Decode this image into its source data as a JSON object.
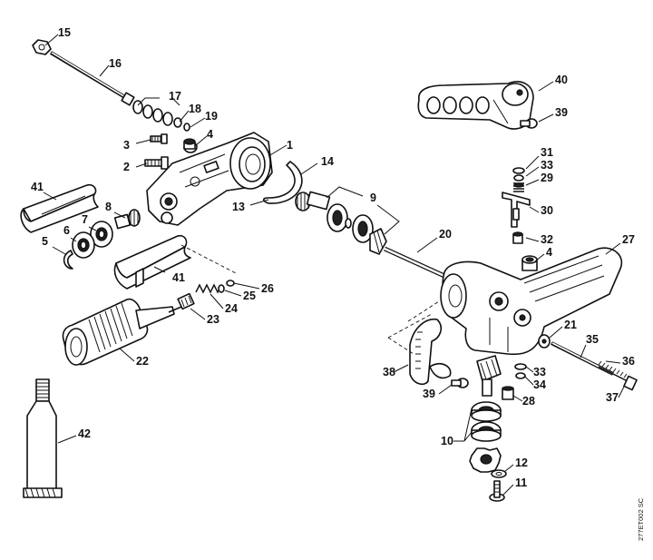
{
  "figure_code": "277ET002 SC",
  "callouts": [
    {
      "id": "c1",
      "label": "1"
    },
    {
      "id": "c2",
      "label": "2"
    },
    {
      "id": "c3",
      "label": "3"
    },
    {
      "id": "c4a",
      "label": "4"
    },
    {
      "id": "c4b",
      "label": "4"
    },
    {
      "id": "c5",
      "label": "5"
    },
    {
      "id": "c6",
      "label": "6"
    },
    {
      "id": "c7",
      "label": "7"
    },
    {
      "id": "c8",
      "label": "8"
    },
    {
      "id": "c9",
      "label": "9"
    },
    {
      "id": "c10",
      "label": "10"
    },
    {
      "id": "c11",
      "label": "11"
    },
    {
      "id": "c12",
      "label": "12"
    },
    {
      "id": "c13",
      "label": "13"
    },
    {
      "id": "c14",
      "label": "14"
    },
    {
      "id": "c15",
      "label": "15"
    },
    {
      "id": "c16",
      "label": "16"
    },
    {
      "id": "c17",
      "label": "17"
    },
    {
      "id": "c18",
      "label": "18"
    },
    {
      "id": "c19",
      "label": "19"
    },
    {
      "id": "c20",
      "label": "20"
    },
    {
      "id": "c21",
      "label": "21"
    },
    {
      "id": "c22",
      "label": "22"
    },
    {
      "id": "c23",
      "label": "23"
    },
    {
      "id": "c24",
      "label": "24"
    },
    {
      "id": "c25",
      "label": "25"
    },
    {
      "id": "c26",
      "label": "26"
    },
    {
      "id": "c27",
      "label": "27"
    },
    {
      "id": "c28",
      "label": "28"
    },
    {
      "id": "c29",
      "label": "29"
    },
    {
      "id": "c30",
      "label": "30"
    },
    {
      "id": "c31",
      "label": "31"
    },
    {
      "id": "c32",
      "label": "32"
    },
    {
      "id": "c33a",
      "label": "33"
    },
    {
      "id": "c33b",
      "label": "33"
    },
    {
      "id": "c34",
      "label": "34"
    },
    {
      "id": "c35",
      "label": "35"
    },
    {
      "id": "c36",
      "label": "36"
    },
    {
      "id": "c37",
      "label": "37"
    },
    {
      "id": "c38",
      "label": "38"
    },
    {
      "id": "c39a",
      "label": "39"
    },
    {
      "id": "c39b",
      "label": "39"
    },
    {
      "id": "c40",
      "label": "40"
    },
    {
      "id": "c41a",
      "label": "41"
    },
    {
      "id": "c41b",
      "label": "41"
    },
    {
      "id": "c42",
      "label": "42"
    }
  ]
}
